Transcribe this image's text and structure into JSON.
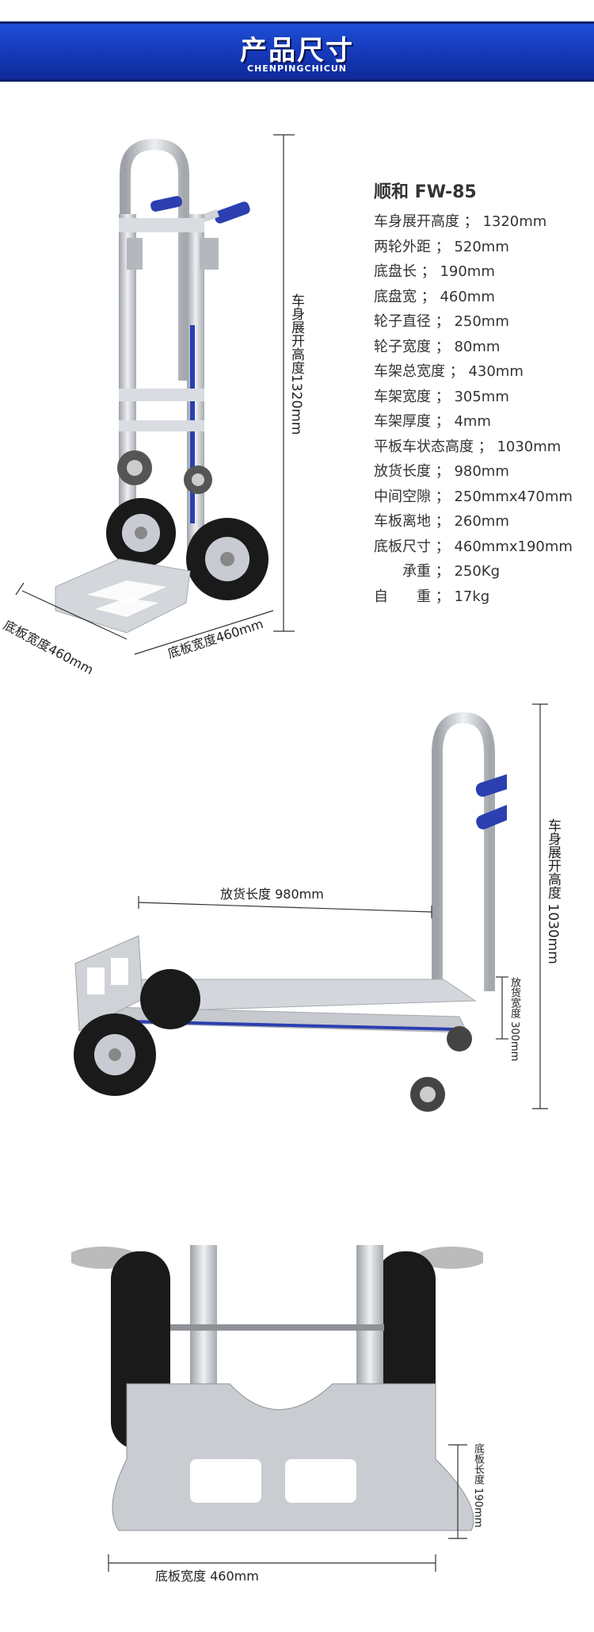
{
  "banner": {
    "title": "产品尺寸",
    "subtitle": "CHENPINGCHICUN"
  },
  "specs": {
    "title": "顺和 FW-85",
    "items": [
      "车身展开高度 ； 1320mm",
      "两轮外距 ； 520mm",
      "底盘长 ； 190mm",
      "底盘宽 ； 460mm",
      "轮子直径 ； 250mm",
      "轮子宽度 ； 80mm",
      "车架总宽度 ； 430mm",
      "车架宽度 ； 305mm",
      "车架厚度 ； 4mm",
      "平板车状态高度 ； 1030mm",
      "放货长度 ； 980mm",
      "中间空隙 ； 250mmx470mm",
      "车板离地 ； 260mm",
      "底板尺寸 ； 460mmx190mm",
      "承重 ； 250Kg",
      "自　　重 ； 17kg"
    ]
  },
  "photo1": {
    "height_label": "车身展开高度1320mm",
    "width_label_left": "底板宽度460mm",
    "width_label_right": "底板宽度460mm"
  },
  "photo2": {
    "length_label": "放货长度 980mm",
    "height_label": "车身展开高度 1030mm",
    "width_label": "放货宽度 300mm"
  },
  "photo3": {
    "depth_label": "底板长度 190mm",
    "width_label": "底板宽度 460mm"
  },
  "colors": {
    "banner": "#1438b8",
    "handle_grip": "#2b3fb0",
    "aluminum": "#c9ccd1",
    "tire": "#1a1a1a"
  }
}
